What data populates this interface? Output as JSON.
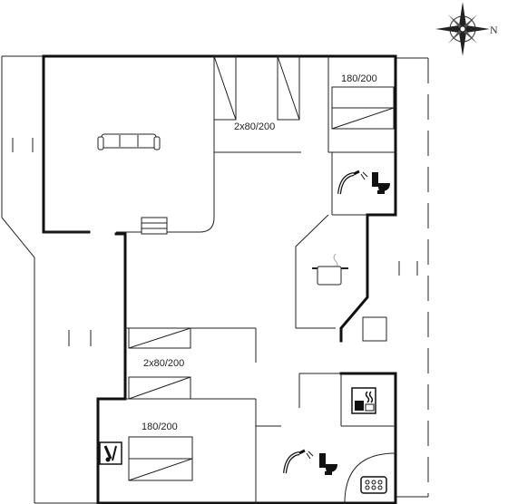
{
  "compass": {
    "north_label": "N",
    "icon": "compass-rose-icon"
  },
  "rooms": {
    "bedroom_top_right": {
      "bed_size": "180/200"
    },
    "bedroom_top_middle": {
      "bed_size": "2x80/200"
    },
    "bedroom_bottom_middle": {
      "bed_size": "2x80/200"
    },
    "bedroom_bottom_left": {
      "bed_size": "180/200"
    }
  },
  "icons": {
    "living_room": "sofa-icon",
    "fireplace": "fireplace-icon",
    "kitchen": "cooking-pot-icon",
    "bathroom_top": [
      "shower-icon",
      "toilet-icon"
    ],
    "bathroom_bottom": [
      "shower-icon",
      "toilet-icon"
    ],
    "utility": "washing-machine-icon",
    "sauna": "sauna-icon",
    "hot_tub": "whirlpool-icon"
  }
}
